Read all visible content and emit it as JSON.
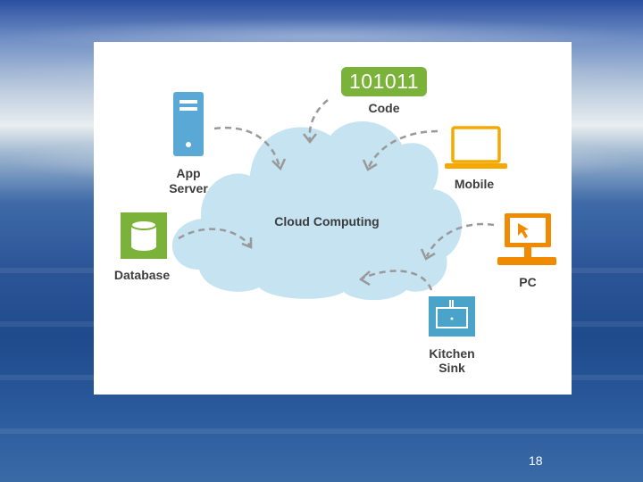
{
  "slide": {
    "page_number": "18"
  },
  "diagram": {
    "center_label": "Cloud Computing",
    "nodes": {
      "code": {
        "badge": "101011",
        "label": "Code"
      },
      "app_server": {
        "line1": "App",
        "line2": "Server"
      },
      "mobile": {
        "label": "Mobile"
      },
      "database": {
        "label": "Database"
      },
      "pc": {
        "label": "PC"
      },
      "kitchen_sink": {
        "line1": "Kitchen",
        "line2": "Sink"
      }
    },
    "colors": {
      "cloud": "#c5e3f1",
      "app_server_icon": "#5aa8d6",
      "database_icon": "#7bb23a",
      "code_badge": "#7bb23a",
      "mobile_icon": "#f5a800",
      "pc_icon": "#f08a00",
      "kitchen_sink_icon": "#4aa3c9",
      "arrow": "#999999"
    }
  }
}
